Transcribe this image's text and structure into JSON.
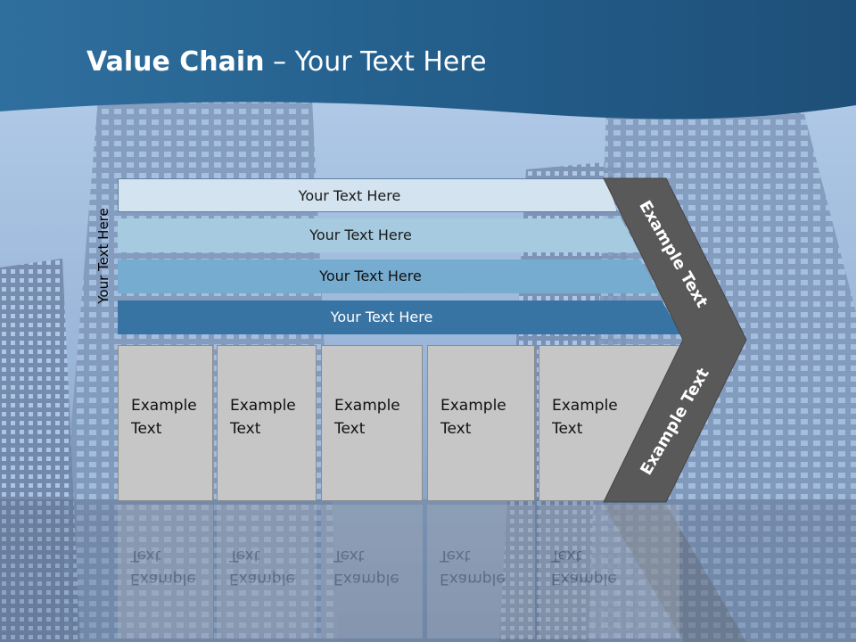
{
  "title": {
    "bold": "Value Chain",
    "rest": " – Your Text Here"
  },
  "side_label": "Your Text Here",
  "bars": [
    "Your Text Here",
    "Your Text Here",
    "Your Text Here",
    "Your Text Here"
  ],
  "boxes": [
    {
      "line1": "Example",
      "line2": "Text"
    },
    {
      "line1": "Example",
      "line2": "Text"
    },
    {
      "line1": "Example",
      "line2": "Text"
    },
    {
      "line1": "Example",
      "line2": "Text"
    },
    {
      "line1": "Example",
      "line2": "Text"
    }
  ],
  "chevron": {
    "top_text": "Example Text",
    "bottom_text": "Example Text"
  },
  "colors": {
    "header": "#245f8c",
    "chevron": "#595959",
    "bar_dark": "#3773a3"
  }
}
